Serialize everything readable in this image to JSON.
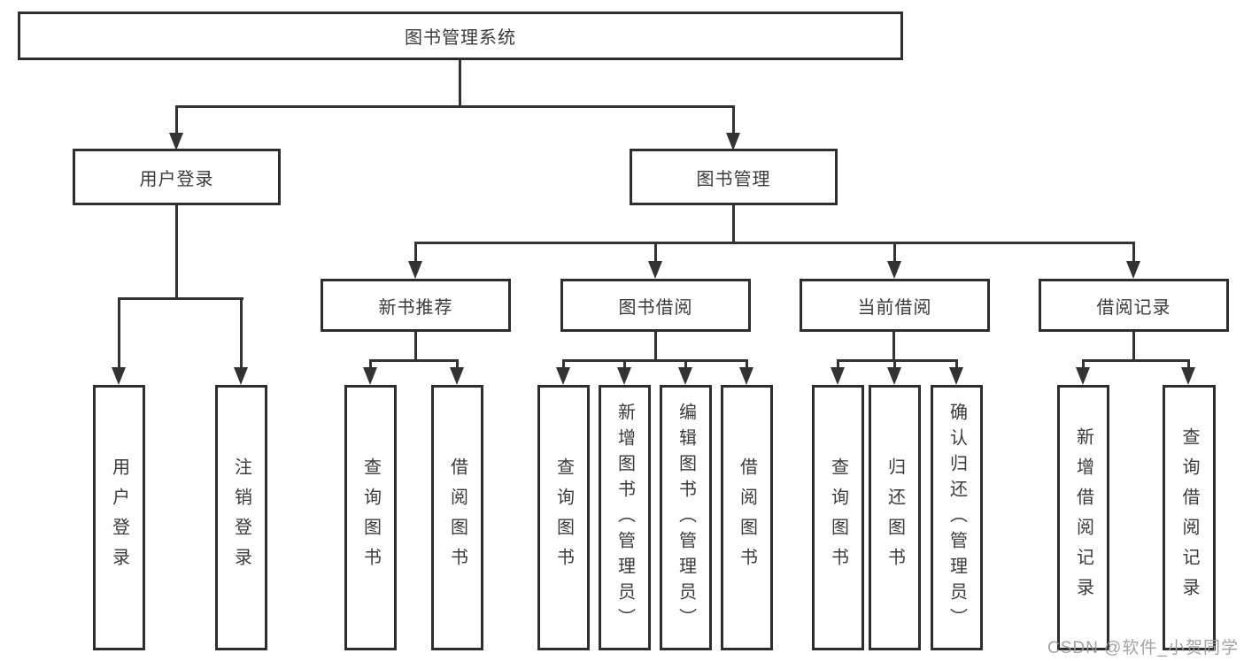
{
  "colors": {
    "border": "#2e2e2e",
    "line": "#333333",
    "text": "#3a3a3a",
    "watermark_gray": "#9a9a9a",
    "background": "#ffffff"
  },
  "watermark": {
    "text": "CSDN @软件_小贺同学"
  },
  "tree": {
    "root": {
      "label": "图书管理系统"
    },
    "branches": [
      {
        "label": "用户登录",
        "children": [
          {
            "label": "用户登录"
          },
          {
            "label": "注销登录"
          }
        ]
      },
      {
        "label": "图书管理",
        "groups": [
          {
            "label": "新书推荐",
            "children": [
              {
                "label": "查询图书"
              },
              {
                "label": "借阅图书"
              }
            ]
          },
          {
            "label": "图书借阅",
            "children": [
              {
                "label": "查询图书"
              },
              {
                "label": "新增图书（管理员）"
              },
              {
                "label": "编辑图书（管理员）"
              },
              {
                "label": "借阅图书"
              }
            ]
          },
          {
            "label": "当前借阅",
            "children": [
              {
                "label": "查询图书"
              },
              {
                "label": "归还图书"
              },
              {
                "label": "确认归还（管理员）"
              }
            ]
          },
          {
            "label": "借阅记录",
            "children": [
              {
                "label": "新增借阅记录"
              },
              {
                "label": "查询借阅记录"
              }
            ]
          }
        ]
      }
    ]
  }
}
